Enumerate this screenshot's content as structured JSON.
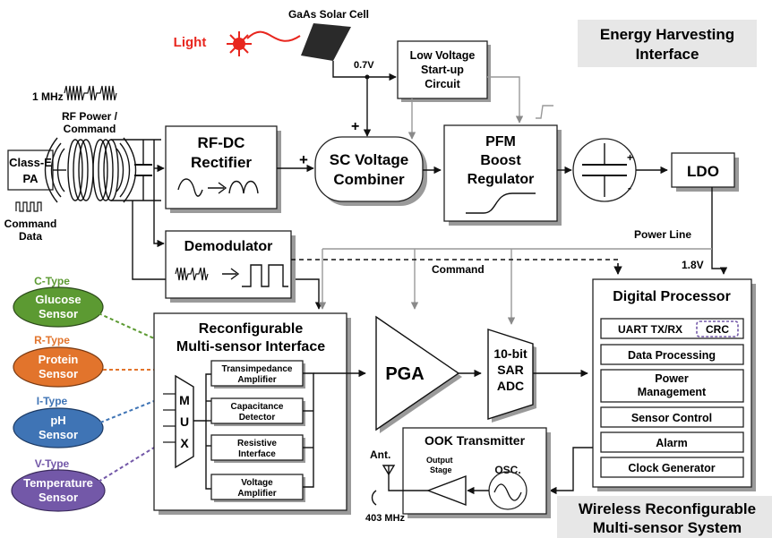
{
  "titles": {
    "energy_line1": "Energy Harvesting",
    "energy_line2": "Interface",
    "system_line1": "Wireless Reconfigurable",
    "system_line2": "Multi-sensor System"
  },
  "source": {
    "light": "Light",
    "solar_cell": "GaAs Solar Cell",
    "voltage_07": "0.7V",
    "freq_1mhz": "1 MHz",
    "rf_power_1": "RF Power /",
    "rf_power_2": "Command",
    "class_e_1": "Class-E",
    "class_e_2": "PA",
    "command_data_1": "Command",
    "command_data_2": "Data"
  },
  "blocks": {
    "lv_startup_1": "Low Voltage",
    "lv_startup_2": "Start-up",
    "lv_startup_3": "Circuit",
    "rfdc_1": "RF-DC",
    "rfdc_2": "Rectifier",
    "sc_1": "SC Voltage",
    "sc_2": "Combiner",
    "pfm_1": "PFM",
    "pfm_2": "Boost",
    "pfm_3": "Regulator",
    "ldo": "LDO",
    "power_line": "Power Line",
    "voltage_18": "1.8V",
    "demod": "Demodulator",
    "command": "Command",
    "plus_1": "+",
    "plus_2": "+",
    "cap_plus": "+",
    "cap_minus": "-"
  },
  "interface": {
    "title_1": "Reconfigurable",
    "title_2": "Multi-sensor Interface",
    "mux": [
      "M",
      "U",
      "X"
    ],
    "transimpedance_1": "Transimpedance",
    "transimpedance_2": "Amplifier",
    "capacitance_1": "Capacitance",
    "capacitance_2": "Detector",
    "resistive_1": "Resistive",
    "resistive_2": "Interface",
    "voltage_amp_1": "Voltage",
    "voltage_amp_2": "Amplifier"
  },
  "sensors": {
    "c_type": "C-Type",
    "glucose_1": "Glucose",
    "glucose_2": "Sensor",
    "r_type": "R-Type",
    "protein_1": "Protein",
    "protein_2": "Sensor",
    "i_type": "I-Type",
    "ph_1": "pH",
    "ph_2": "Sensor",
    "v_type": "V-Type",
    "temp_1": "Temperature",
    "temp_2": "Sensor"
  },
  "signal_chain": {
    "pga": "PGA",
    "adc_1": "10-bit",
    "adc_2": "SAR",
    "adc_3": "ADC"
  },
  "transmitter": {
    "title": "OOK Transmitter",
    "output_1": "Output",
    "output_2": "Stage",
    "osc": "OSC.",
    "ant": "Ant.",
    "freq": "403 MHz"
  },
  "processor": {
    "title": "Digital Processor",
    "uart": "UART TX/RX",
    "crc": "CRC",
    "data_processing": "Data Processing",
    "power_mgmt_1": "Power",
    "power_mgmt_2": "Management",
    "sensor_control": "Sensor Control",
    "alarm": "Alarm",
    "clock": "Clock Generator"
  },
  "colors": {
    "light_red": "#e8261e",
    "c_type": "#5c9a32",
    "r_type": "#e2742c",
    "i_type": "#3f74b5",
    "v_type": "#7358a8",
    "title_bg": "#e7e7e7"
  }
}
